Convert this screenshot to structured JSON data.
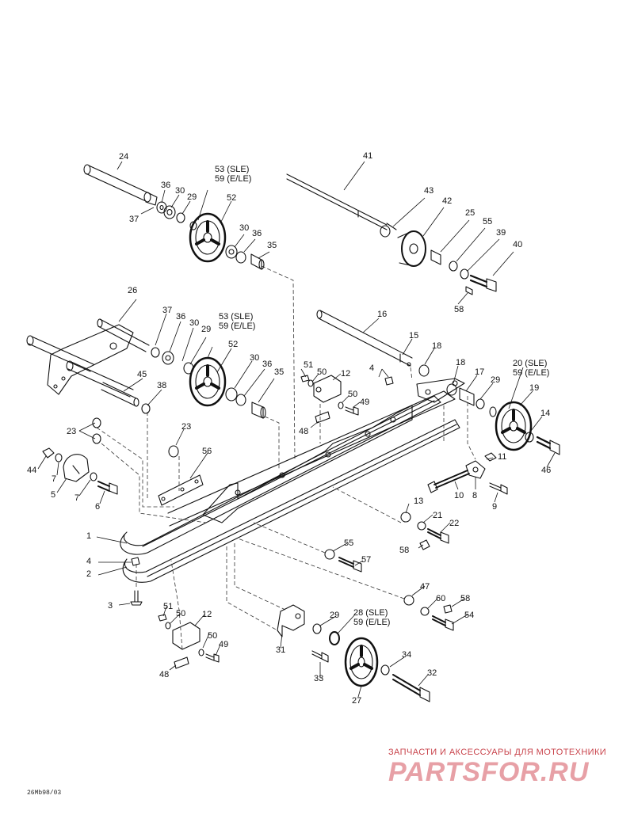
{
  "diagram": {
    "callouts": {
      "c24": "24",
      "c41": "41",
      "c53_top": "53 (SLE)",
      "c59_top": "59 (E/LE)",
      "c36_a": "36",
      "c30_a": "30",
      "c29_a": "29",
      "c37_a": "37",
      "c52_a": "52",
      "c30_b": "30",
      "c36_b": "36",
      "c35_a": "35",
      "c43": "43",
      "c42": "42",
      "c25": "25",
      "c55_a": "55",
      "c39": "39",
      "c40": "40",
      "c58_a": "58",
      "c26": "26",
      "c37_b": "37",
      "c36_c": "36",
      "c30_c": "30",
      "c29_b": "29",
      "c53_mid": "53 (SLE)",
      "c59_mid": "59 (E/LE)",
      "c52_b": "52",
      "c30_d": "30",
      "c36_d": "36",
      "c35_b": "35",
      "c45": "45",
      "c38": "38",
      "c16": "16",
      "c15": "15",
      "c18_a": "18",
      "c18_b": "18",
      "c17": "17",
      "c29_c": "29",
      "c20": "20 (SLE)",
      "c59_r": "59 (E/LE)",
      "c19": "19",
      "c14": "14",
      "c46": "46",
      "c4_a": "4",
      "c51_a": "51",
      "c50_a": "50",
      "c12_a": "12",
      "c50_b": "50",
      "c49_a": "49",
      "c48_a": "48",
      "c23_a": "23",
      "c23_b": "23",
      "c56": "56",
      "c44": "44",
      "c7_a": "7",
      "c5": "5",
      "c7_b": "7",
      "c6": "6",
      "c11": "11",
      "c10": "10",
      "c8": "8",
      "c9": "9",
      "c13": "13",
      "c21": "21",
      "c22": "22",
      "c58_b": "58",
      "c1": "1",
      "c4_b": "4",
      "c2": "2",
      "c3": "3",
      "c55_b": "55",
      "c57": "57",
      "c47": "47",
      "c60": "60",
      "c58_c": "58",
      "c54": "54",
      "c51_b": "51",
      "c50_c": "50",
      "c12_b": "12",
      "c50_d": "50",
      "c49_b": "49",
      "c48_b": "48",
      "c29_d": "29",
      "c28": "28 (SLE)",
      "c59_bot": "59 (E/LE)",
      "c31": "31",
      "c33": "33",
      "c34": "34",
      "c32": "32",
      "c27": "27"
    },
    "watermark_text": "ЗАПЧАСТИ И АКСЕССУАРЫ ДЛЯ МОТОТЕХНИКИ",
    "watermark_logo": "PARTSFOR.RU",
    "drawing_code": "26Mb98/03"
  }
}
